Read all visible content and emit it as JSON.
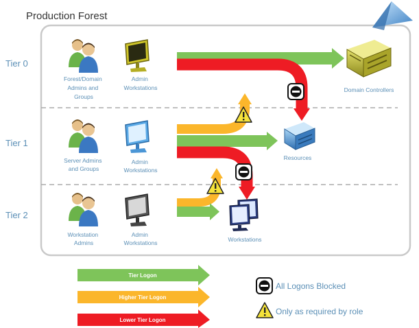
{
  "title": "Production Forest",
  "tiers": [
    {
      "label": "Tier 0",
      "group": [
        "Forest/Domain",
        "Admins and",
        "Groups"
      ],
      "workstation": [
        "Admin",
        "Workstations"
      ]
    },
    {
      "label": "Tier 1",
      "group": [
        "Server Admins",
        "and Groups"
      ],
      "workstation": [
        "Admin",
        "Workstations"
      ]
    },
    {
      "label": "Tier 2",
      "group": [
        "Workstation",
        "Admins"
      ],
      "workstation": [
        "Admin",
        "Workstations"
      ]
    }
  ],
  "targets": {
    "domain_controllers": "Domain Controllers",
    "resources": "Resources",
    "workstations": "Workstations"
  },
  "legend": {
    "tier_logon": "Tier Logon",
    "higher_tier_logon": "Higher Tier Logon",
    "lower_tier_logon": "Lower Tier Logon",
    "all_blocked": "All Logons Blocked",
    "only_as_required": "Only as required by role"
  },
  "colors": {
    "green": "#7ec45a",
    "yellow": "#fbb62b",
    "red": "#ee1c24",
    "tier_text": "#5b8fb6"
  }
}
